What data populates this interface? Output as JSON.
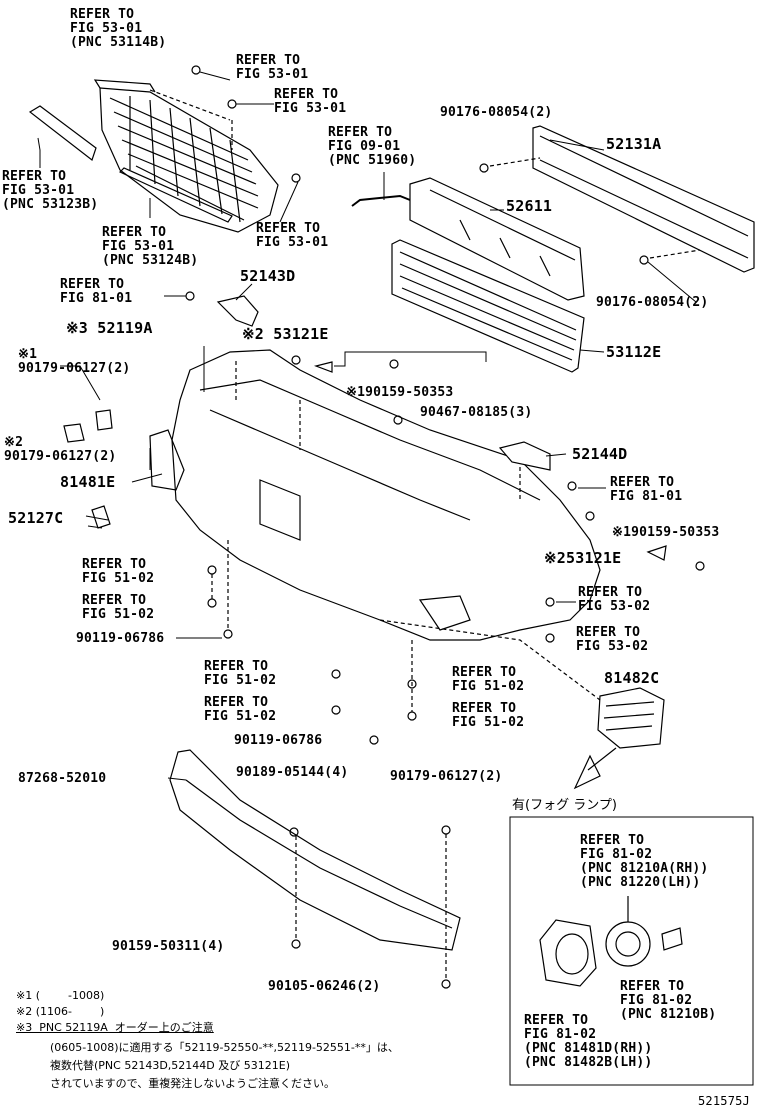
{
  "labels": {
    "grille_top": "REFER TO\nFIG 53-01\n(PNC 53114B)",
    "screw_top": "REFER TO\nFIG 53-01",
    "clip_top": "REFER TO\nFIG 53-01",
    "molding_left": "REFER TO\nFIG 53-01\n(PNC 53123B)",
    "molding_mid": "REFER TO\nFIG 53-01\n(PNC 53124B)",
    "screw_grille": "REFER TO\nFIG 53-01",
    "hook_ref": "REFER TO\nFIG 09-01\n(PNC 51960)",
    "nut_top": "90176-08054(2)",
    "p52131A": "52131A",
    "p52611": "52611",
    "nut_right": "90176-08054(2)",
    "p53112E": "53112E",
    "clip_81": "REFER TO\nFIG 81-01",
    "p52143D": "52143D",
    "p52119A": "※3 52119A",
    "p53121E_top": "※2 53121E",
    "p90179_top": "※1\n90179-06127(2)",
    "p90159_top": "※190159-50353",
    "p90467": "90467-08185(3)",
    "p90179_mid": "※2\n90179-06127(2)",
    "p81481E": "81481E",
    "p52144D": "52144D",
    "clip_81_right": "REFER TO\nFIG 81-01",
    "p52127C": "52127C",
    "p90159_right": "※190159-50353",
    "p53121E_right": "※253121E",
    "ref_51_a": "REFER TO\nFIG 51-02",
    "ref_51_b": "REFER TO\nFIG 51-02",
    "p90119_left": "90119-06786",
    "ref_53_02_a": "REFER TO\nFIG 53-02",
    "ref_53_02_b": "REFER TO\nFIG 53-02",
    "ref_51_c": "REFER TO\nFIG 51-02",
    "ref_51_d": "REFER TO\nFIG 51-02",
    "ref_51_e": "REFER TO\nFIG 51-02",
    "ref_51_f": "REFER TO\nFIG 51-02",
    "p90119_mid": "90119-06786",
    "p81482C": "81482C",
    "p87268": "87268-52010",
    "p90189": "90189-05144(4)",
    "p90179_bot": "90179-06127(2)",
    "fog_lamp": "有(フォグ ランプ)",
    "fog_ref1": "REFER TO\nFIG 81-02\n(PNC 81210A(RH))\n(PNC 81220(LH))",
    "p90159_bot": "90159-50311(4)",
    "fog_ref2": "REFER TO\nFIG 81-02\n(PNC 81210B)",
    "p90105": "90105-06246(2)",
    "fog_ref3": "REFER TO\nFIG 81-02\n(PNC 81481D(RH))\n(PNC 81482B(LH))",
    "fig_code": "521575J"
  },
  "notes": {
    "n1": "※1 (        -1008)",
    "n2": "※2 (1106-        )",
    "n3": "※3  PNC 52119A  オーダー上のご注意",
    "n4": "(0605-1008)に適用する「52119-52550-**,52119-52551-**」は、",
    "n5": "複数代替(PNC 52143D,52144D 及び 53121E)",
    "n6": "されていますので、重複発注しないようご注意ください。"
  }
}
